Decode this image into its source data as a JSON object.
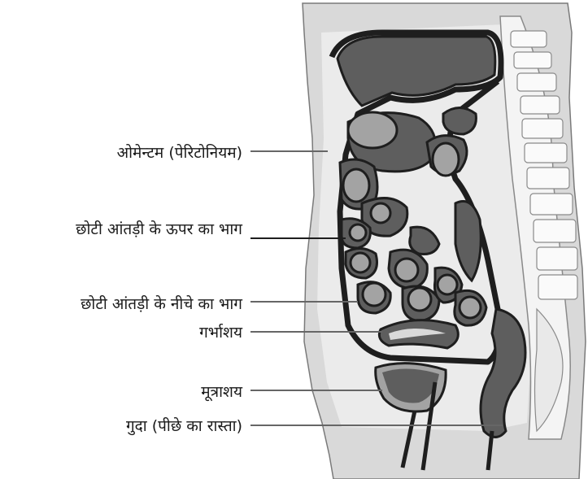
{
  "diagram": {
    "labels": {
      "omentum": "ओमेन्टम (पेरिटोनियम)",
      "small_intestine_upper": "छोटी आंतड़ी के ऊपर का भाग",
      "small_intestine_lower": "छोटी आंतड़ी के नीचे का भाग",
      "uterus": "गर्भाशय",
      "bladder": "मूत्राशय",
      "anus": "गुदा (पीछे का रास्ता)"
    },
    "colors": {
      "skin": "#d9d9d9",
      "body_cavity": "#ebebeb",
      "organ_fill": "#5e5e5e",
      "organ_light": "#a3a3a3",
      "outline": "#1e1e1e",
      "spine": "#f4f4f4"
    }
  }
}
